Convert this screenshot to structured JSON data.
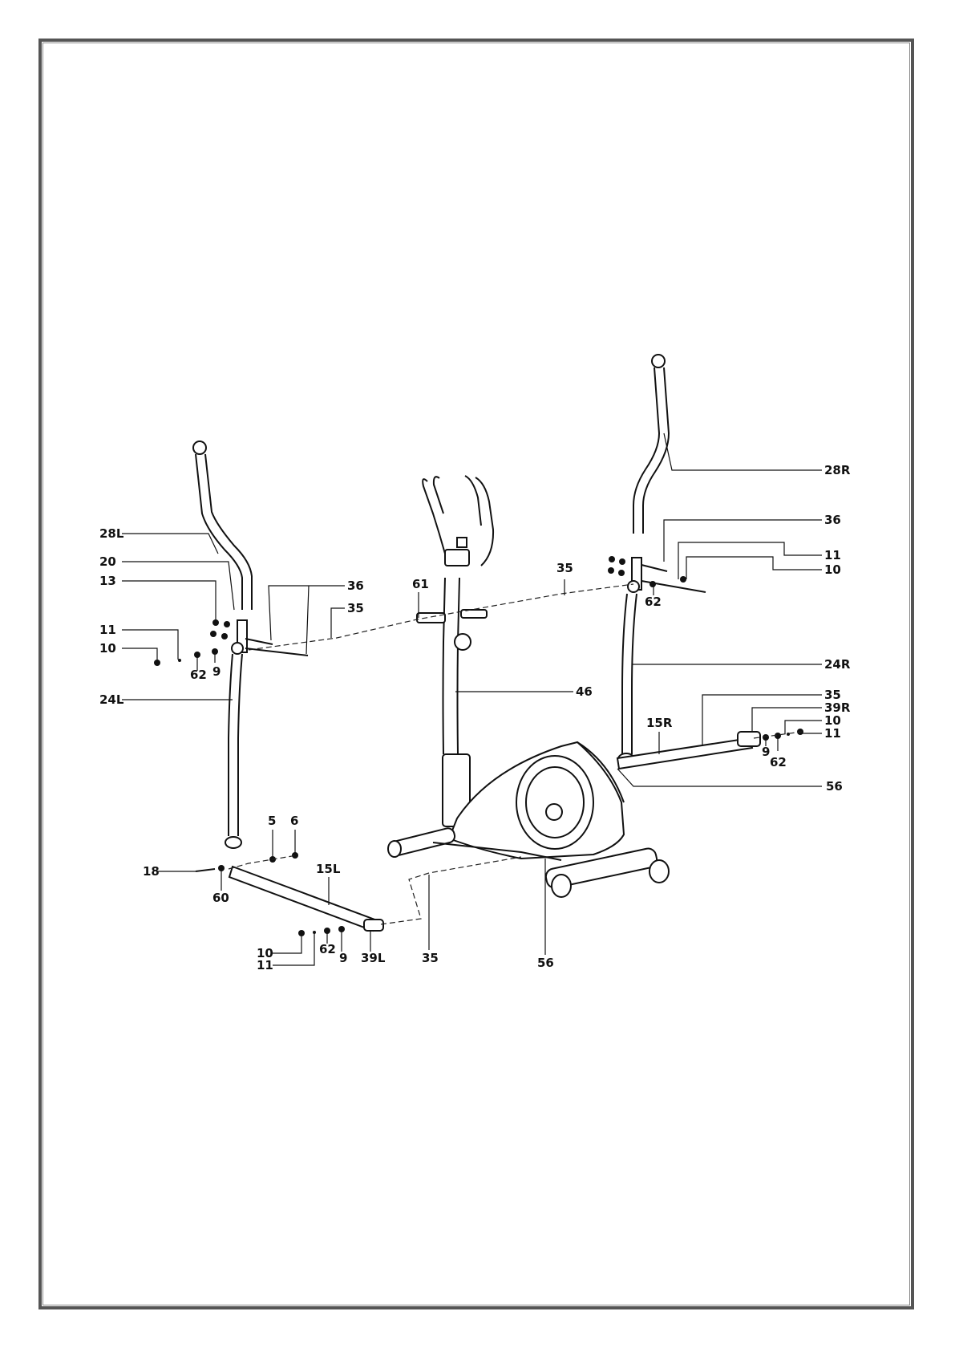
{
  "callouts": {
    "l28L": "28L",
    "l20": "20",
    "l13": "13",
    "l11a": "11",
    "l10a": "10",
    "l62a": "62",
    "l9a": "9",
    "l24L": "24L",
    "l36a": "36",
    "l35a": "35",
    "l61": "61",
    "l35b": "35",
    "l28R": "28R",
    "l36b": "36",
    "l11b": "11",
    "l10b": "10",
    "l62b": "62",
    "l24R": "24R",
    "l46": "46",
    "l35c": "35",
    "l39R": "39R",
    "l10c": "10",
    "l11c": "11",
    "l15R": "15R",
    "l9b": "9",
    "l62c": "62",
    "l56a": "56",
    "l5": "5",
    "l6": "6",
    "l18": "18",
    "l15L": "15L",
    "l60": "60",
    "l10d": "10",
    "l11d": "11",
    "l62d": "62",
    "l9c": "9",
    "l39L": "39L",
    "l35d": "35",
    "l56b": "56"
  }
}
